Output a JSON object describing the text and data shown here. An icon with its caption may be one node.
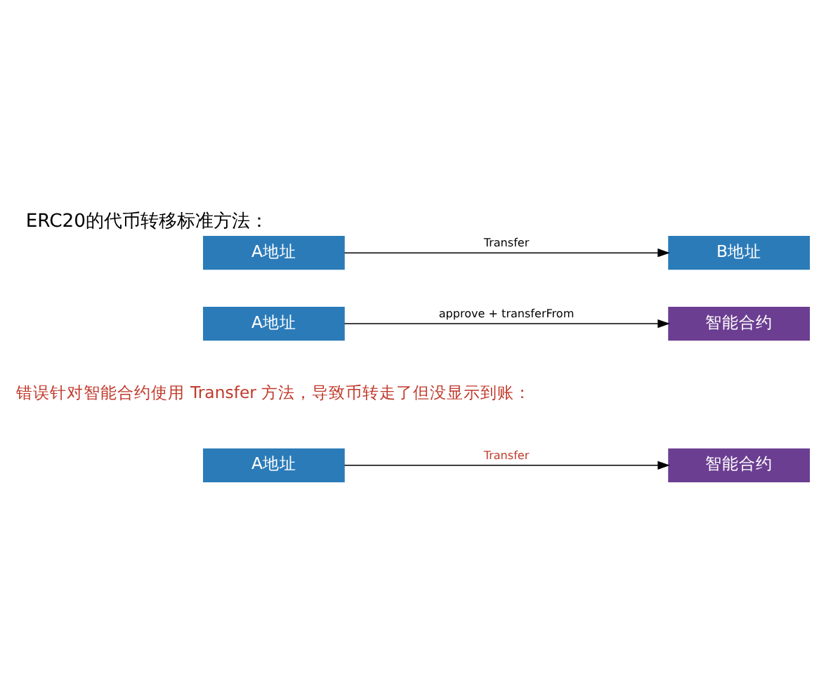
{
  "diagram": {
    "title": "ERC20的代币转移标准方法：",
    "nodes": [
      {
        "text": [
          "A地址"
        ]
      },
      {
        "text": [
          "B地址"
        ]
      },
      {
        "text": [
          "A地址"
        ]
      },
      {
        "text": [
          "智能合约"
        ]
      },
      {
        "text": [
          "A地址"
        ]
      },
      {
        "text": [
          "智能合约"
        ]
      }
    ],
    "edges": [
      {
        "from": 0,
        "to": 1,
        "arrow": "to",
        "label": "Transfer"
      },
      {
        "from": 2,
        "to": 3,
        "arrow": "to",
        "label": "approve + transferFrom"
      },
      {
        "from": 4,
        "to": 5,
        "arrow": "to",
        "label": "Transfer"
      }
    ],
    "labels": [
      "错误针对智能合约使用 Transfer 方法，导致币转走了但没显示到账："
    ]
  }
}
